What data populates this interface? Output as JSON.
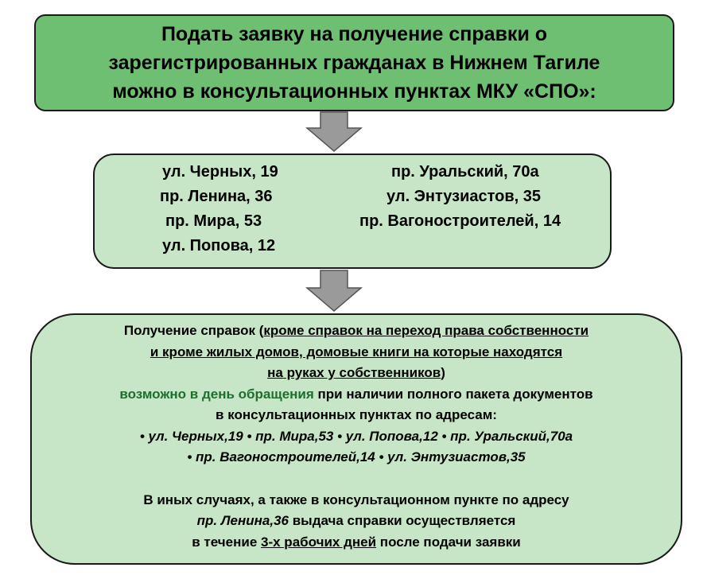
{
  "header": {
    "lines": [
      "Подать заявку на получение справки о",
      "зарегистрированных гражданах в Нижнем Тагиле",
      "можно в консультационных пунктах МКУ «СПО»:"
    ]
  },
  "addresses": {
    "left": [
      "ул. Черных, 19",
      "пр. Ленина, 36",
      "пр. Мира, 53",
      "ул. Попова, 12"
    ],
    "right": [
      "пр. Уральский, 70а",
      "ул. Энтузиастов, 35",
      "пр. Вагоностроителей, 14"
    ]
  },
  "info": {
    "l1_a": "Получение справок (",
    "l1_b": "кроме справок на переход права собственности",
    "l2": "и кроме жилых домов, домовые книги на которые находятся",
    "l3_a": "на руках у собственников",
    "l3_b": ")",
    "l4_green": "возможно в день обращения",
    "l4_rest": " при наличии полного пакета документов",
    "l5": "в консультационных пунктах по адресам:",
    "l6": "• ул. Черных,19  • пр. Мира,53  • ул. Попова,12  • пр. Уральский,70а",
    "l7": "• пр. Вагоностроителей,14  • ул. Энтузиастов,35",
    "l8": "В иных случаях, а также в консультационном пункте по адресу",
    "l9_a": "пр. Ленина,36",
    "l9_b": " выдача  справки осуществляется",
    "l10_a": "в течение ",
    "l10_b": "3-х рабочих дней",
    "l10_c": " после подачи заявки"
  }
}
